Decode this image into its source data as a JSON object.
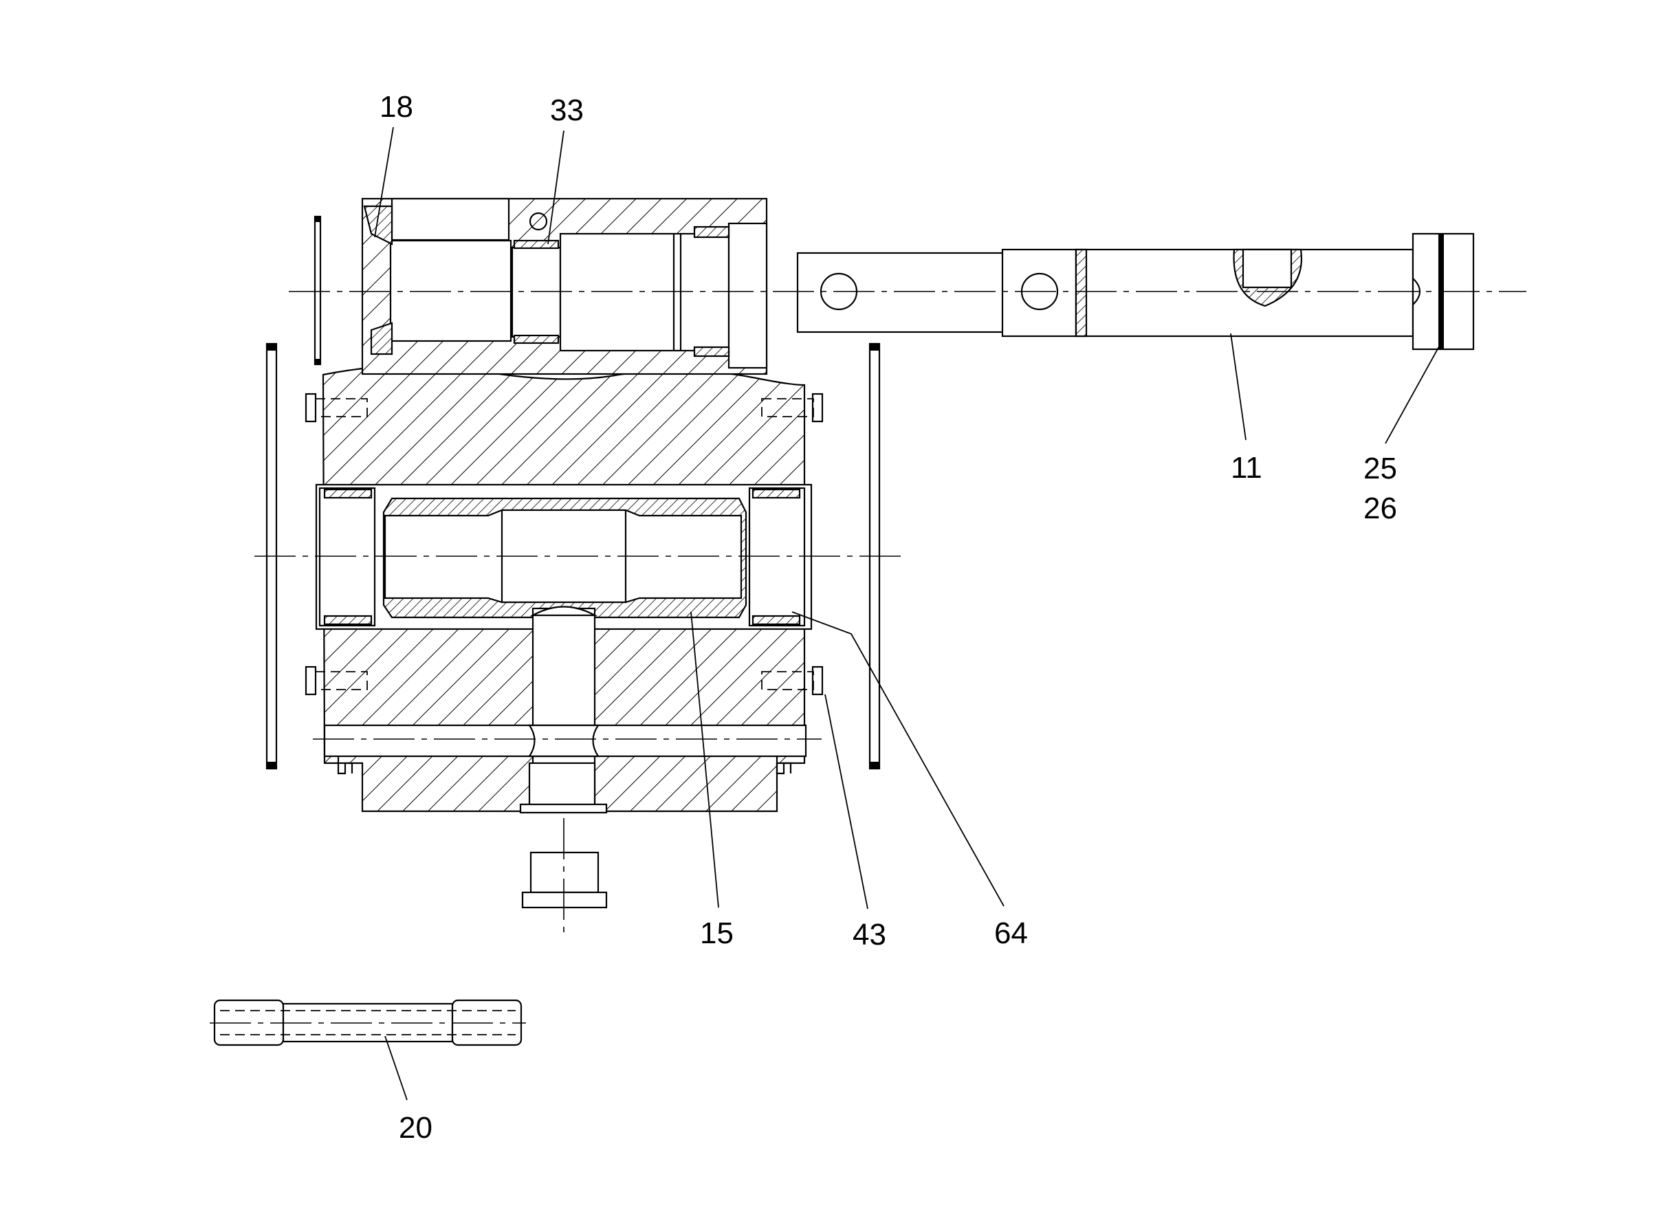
{
  "drawing": {
    "callouts": [
      {
        "id": "18",
        "text": "18"
      },
      {
        "id": "33",
        "text": "33"
      },
      {
        "id": "11",
        "text": "11"
      },
      {
        "id": "25",
        "text": "25"
      },
      {
        "id": "26",
        "text": "26"
      },
      {
        "id": "15",
        "text": "15"
      },
      {
        "id": "43",
        "text": "43"
      },
      {
        "id": "64",
        "text": "64"
      },
      {
        "id": "20",
        "text": "20"
      }
    ]
  }
}
